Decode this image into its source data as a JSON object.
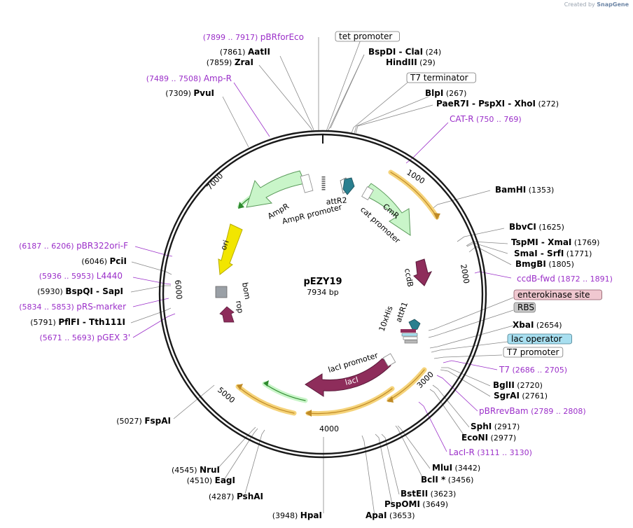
{
  "credit": {
    "prefix": "Created by",
    "brand": "SnapGene"
  },
  "plasmid": {
    "name": "pEZY19",
    "length": "7934 bp"
  },
  "colors": {
    "enzyme": "#000000",
    "primer": "#9b2fc9",
    "backbone": "#222222",
    "ori": "#f2e600",
    "amp": "#c9f5c9",
    "cm": "#c9f5c9",
    "ccdb": "#8e2d5b",
    "laci": "#8e2d5b",
    "teal": "#2a7f8f"
  },
  "scale_ticks": [
    "1000",
    "2000",
    "3000",
    "4000",
    "5000",
    "6000",
    "7000"
  ],
  "labels": [
    {
      "id": "pbrforeco",
      "kind": "primer",
      "pos": "(7899 .. 7917)",
      "name": "pBRforEco"
    },
    {
      "id": "tet-promoter",
      "kind": "box",
      "name": "tet promoter"
    },
    {
      "id": "aatii",
      "kind": "enzyme",
      "pos": "(7861)",
      "name": "AatII"
    },
    {
      "id": "bspdi",
      "kind": "enzyme",
      "name": "BspDI  -  ClaI",
      "num": "(24)"
    },
    {
      "id": "zrai",
      "kind": "enzyme",
      "pos": "(7859)",
      "name": "ZraI"
    },
    {
      "id": "hindiii",
      "kind": "enzyme",
      "name": "HindIII",
      "num": "(29)"
    },
    {
      "id": "amp-r-primer",
      "kind": "primer",
      "pos": "(7489 .. 7508)",
      "name": "Amp-R"
    },
    {
      "id": "t7-terminator",
      "kind": "box",
      "name": "T7 terminator"
    },
    {
      "id": "pvui",
      "kind": "enzyme",
      "pos": "(7309)",
      "name": "PvuI"
    },
    {
      "id": "blpi",
      "kind": "enzyme",
      "name": "BlpI",
      "num": "(267)"
    },
    {
      "id": "paer7i",
      "kind": "enzyme",
      "name": "PaeR7I  -  PspXI  -  XhoI",
      "num": "(272)"
    },
    {
      "id": "cat-r",
      "kind": "primer",
      "name": "CAT-R",
      "num": "(750 .. 769)"
    },
    {
      "id": "bamhi",
      "kind": "enzyme",
      "name": "BamHI",
      "num": "(1353)"
    },
    {
      "id": "bbvci",
      "kind": "enzyme",
      "name": "BbvCI",
      "num": "(1625)"
    },
    {
      "id": "tspmi",
      "kind": "enzyme",
      "name": "TspMI  -  XmaI",
      "num": "(1769)"
    },
    {
      "id": "smai",
      "kind": "enzyme",
      "name": "SmaI  -  SrfI",
      "num": "(1771)"
    },
    {
      "id": "bmgbi",
      "kind": "enzyme",
      "name": "BmgBI",
      "num": "(1805)"
    },
    {
      "id": "ccdb-fwd",
      "kind": "primer",
      "name": "ccdB-fwd",
      "num": "(1872 .. 1891)"
    },
    {
      "id": "pbr322ori-f",
      "kind": "primer",
      "pos": "(6187 .. 6206)",
      "name": "pBR322ori-F"
    },
    {
      "id": "pcii",
      "kind": "enzyme",
      "pos": "(6046)",
      "name": "PciI"
    },
    {
      "id": "l4440",
      "kind": "primer",
      "pos": "(5936 .. 5953)",
      "name": "L4440"
    },
    {
      "id": "bspqi",
      "kind": "enzyme",
      "pos": "(5930)",
      "name": "BspQI  -  SapI"
    },
    {
      "id": "prs-marker",
      "kind": "primer",
      "pos": "(5834 .. 5853)",
      "name": "pRS-marker"
    },
    {
      "id": "pflfi",
      "kind": "enzyme",
      "pos": "(5791)",
      "name": "PflFI  -  Tth111I"
    },
    {
      "id": "pgex3",
      "kind": "primer",
      "pos": "(5671 .. 5693)",
      "name": "pGEX 3'"
    },
    {
      "id": "enterokinase",
      "kind": "box-pink",
      "name": "enterokinase site"
    },
    {
      "id": "rbs",
      "kind": "box-gray",
      "name": "RBS"
    },
    {
      "id": "xbai",
      "kind": "enzyme",
      "name": "XbaI",
      "num": "(2654)"
    },
    {
      "id": "lac-operator",
      "kind": "box-teal",
      "name": "lac operator"
    },
    {
      "id": "t7-promoter",
      "kind": "box",
      "name": "T7 promoter"
    },
    {
      "id": "t7-primer",
      "kind": "primer",
      "name": "T7",
      "num": "(2686 .. 2705)"
    },
    {
      "id": "bglii",
      "kind": "enzyme",
      "name": "BglII",
      "num": "(2720)"
    },
    {
      "id": "sgrai",
      "kind": "enzyme",
      "name": "SgrAI",
      "num": "(2761)"
    },
    {
      "id": "pbrrevbam",
      "kind": "primer",
      "name": "pBRrevBam",
      "num": "(2789 .. 2808)"
    },
    {
      "id": "sphi",
      "kind": "enzyme",
      "name": "SphI",
      "num": "(2917)"
    },
    {
      "id": "econi",
      "kind": "enzyme",
      "name": "EcoNI",
      "num": "(2977)"
    },
    {
      "id": "laci-r",
      "kind": "primer",
      "name": "LacI-R",
      "num": "(3111 .. 3130)"
    },
    {
      "id": "mlui",
      "kind": "enzyme",
      "name": "MluI",
      "num": "(3442)"
    },
    {
      "id": "bcli",
      "kind": "enzyme",
      "name": "BclI *",
      "num": "(3456)"
    },
    {
      "id": "bsteii",
      "kind": "enzyme",
      "name": "BstEII",
      "num": "(3623)"
    },
    {
      "id": "pspomi",
      "kind": "enzyme",
      "name": "PspOMI",
      "num": "(3649)"
    },
    {
      "id": "apai",
      "kind": "enzyme",
      "name": "ApaI",
      "num": "(3653)"
    },
    {
      "id": "hpai",
      "kind": "enzyme",
      "pos": "(3948)",
      "name": "HpaI"
    },
    {
      "id": "pshai",
      "kind": "enzyme",
      "pos": "(4287)",
      "name": "PshAI"
    },
    {
      "id": "eagi",
      "kind": "enzyme",
      "pos": "(4510)",
      "name": "EagI"
    },
    {
      "id": "nrui",
      "kind": "enzyme",
      "pos": "(4545)",
      "name": "NruI"
    },
    {
      "id": "fspai",
      "kind": "enzyme",
      "pos": "(5027)",
      "name": "FspAI"
    }
  ],
  "features": {
    "ampr": "AmpR",
    "ampr_promoter": "AmpR promoter",
    "ori": "ori",
    "bom": "bom",
    "rop": "rop",
    "attr2": "attR2",
    "cmr": "CmR",
    "cat_promoter": "cat promoter",
    "ccdb": "ccdB",
    "his": "10xHis",
    "attr1": "attR1",
    "laci": "lacI",
    "laci_promoter": "lacI promoter"
  }
}
